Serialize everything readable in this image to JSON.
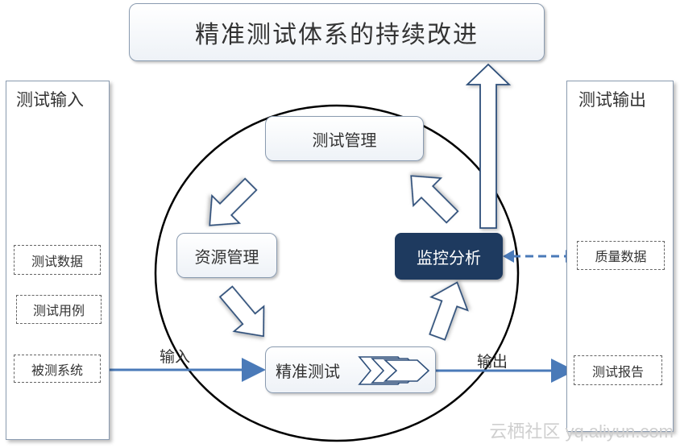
{
  "title": "精准测试体系的持续改进",
  "input_panel": {
    "title": "测试输入",
    "items": [
      "测试数据",
      "测试用例",
      "被测系统"
    ]
  },
  "output_panel": {
    "title": "测试输出",
    "items": [
      "质量数据",
      "测试报告"
    ]
  },
  "cycle": {
    "test_management": "测试管理",
    "resource_management": "资源管理",
    "precise_testing": "精准测试",
    "monitor_analysis": "监控分析"
  },
  "edges": {
    "input_label": "输入",
    "output_label": "输出"
  },
  "colors": {
    "dark_box": "#1e3a5f",
    "line_blue": "#4a7ab8",
    "outline": "#8a9bb0"
  },
  "watermark": "云栖社区 yq.aliyun.com"
}
